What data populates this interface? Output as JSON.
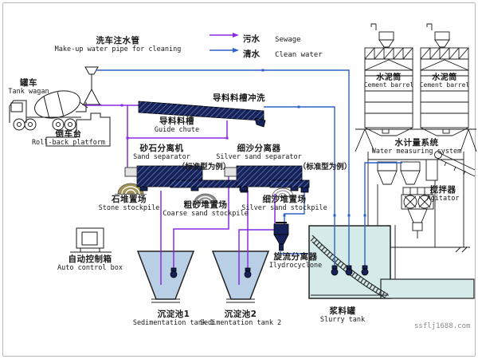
{
  "legend": {
    "sewage_zh": "污水",
    "sewage_en": "Sewage",
    "clean_zh": "清水",
    "clean_en": "Clean water"
  },
  "labels": {
    "wash_pipe": {
      "zh": "洗车注水管",
      "en": "Make-up water pipe for cleaning"
    },
    "tank_wagon": {
      "zh": "罐车",
      "en": "Tank wagan"
    },
    "rollback_platform": {
      "zh": "倒车台",
      "en": "Roll-back platform"
    },
    "chute_flush": {
      "zh": "导料料槽冲洗"
    },
    "guide_chute": {
      "zh": "导料料槽",
      "en": "Guide chute"
    },
    "sand_separator": {
      "zh": "砂石分离机",
      "en": "Sand separator",
      "note": "（标准型为例）"
    },
    "fine_sand_separator": {
      "zh": "细沙分离器",
      "en": "Silver sand separator",
      "note": "（标准型为例）"
    },
    "stone_stockpile": {
      "zh": "石堆置场",
      "en": "Stone stockpile"
    },
    "coarse_stockpile": {
      "zh": "粗砂堆置场",
      "en": "Coarse sand stockpile"
    },
    "fine_stockpile": {
      "zh": "细沙堆置场",
      "en": "Silver sand stockpile"
    },
    "auto_control": {
      "zh": "自动控制箱",
      "en": "Auto control box"
    },
    "sed_tank1": {
      "zh": "沉淀池1",
      "en": "Sedimentation tank 1"
    },
    "sed_tank2": {
      "zh": "沉淀池2",
      "en": "Sedimentation tank 2"
    },
    "hydrocyclone": {
      "zh": "旋流分离器",
      "en": "Ilydrocyclone"
    },
    "slurry_tank": {
      "zh": "浆料罐",
      "en": "Slurry tank"
    },
    "cement_barrel": {
      "zh": "水泥筒",
      "en": "Cement barrel"
    },
    "water_measuring": {
      "zh": "水计量系统",
      "en": "Water measuring system"
    },
    "agitator": {
      "zh": "搅拌器",
      "en": "Agitator"
    }
  },
  "watermark": "ssflj1688.com",
  "colors": {
    "sewage": "#8a2be2",
    "clean": "#2e62c6",
    "equipment": "#16235a",
    "tank_fill": "#b9cfe6",
    "cyan_fill": "#d4ebea",
    "stone_mound": "#a39457",
    "coarse_mound": "#909090",
    "fine_mound": "#ffffff"
  }
}
